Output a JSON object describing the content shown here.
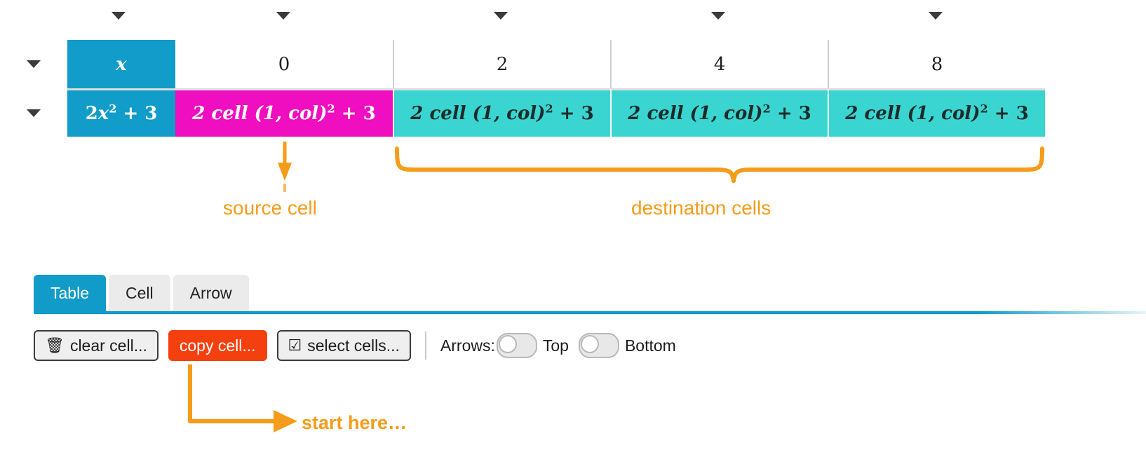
{
  "colors": {
    "header_blue": "#119cc9",
    "source_magenta": "#ef0ec0",
    "destination_teal": "#3ad5d0",
    "annotation_orange": "#f59c1a",
    "copy_button_red": "#f4400f",
    "tab_active_blue": "#109bc8",
    "caret_gray": "#3b3b3b"
  },
  "table": {
    "row_carets": [
      "caret-down-icon",
      "caret-down-icon"
    ],
    "column_carets": [
      "caret-down-icon",
      "caret-down-icon",
      "caret-down-icon",
      "caret-down-icon",
      "caret-down-icon"
    ],
    "header_row": {
      "label": "x",
      "values": [
        "0",
        "2",
        "4",
        "8"
      ]
    },
    "formula_row": {
      "label_prefix": "2",
      "label_base": "x",
      "label_exponent": "2",
      "label_suffix": "+ 3",
      "label_plain": "2x² + 3",
      "cells": [
        {
          "role": "source",
          "text_plain": "2 cell (1, col)² + 3",
          "prefix": "2 cell (1, col)",
          "exponent": "2",
          "suffix": "+ 3"
        },
        {
          "role": "destination",
          "text_plain": "2 cell (1, col)² + 3",
          "prefix": "2 cell (1, col)",
          "exponent": "2",
          "suffix": "+ 3"
        },
        {
          "role": "destination",
          "text_plain": "2 cell (1, col)² + 3",
          "prefix": "2 cell (1, col)",
          "exponent": "2",
          "suffix": "+ 3"
        },
        {
          "role": "destination",
          "text_plain": "2 cell (1, col)² + 3",
          "prefix": "2 cell (1, col)",
          "exponent": "2",
          "suffix": "+ 3"
        }
      ]
    }
  },
  "annotations": {
    "source_cell": "source cell",
    "destination_cells": "destination cells",
    "start_here": "start here…"
  },
  "tabs": [
    {
      "label": "Table",
      "active": true
    },
    {
      "label": "Cell",
      "active": false
    },
    {
      "label": "Arrow",
      "active": false
    }
  ],
  "toolbar": {
    "clear_cell": "clear cell...",
    "clear_cell_icon": "trash-icon",
    "clear_cell_glyph": "🗑",
    "copy_cell": "copy cell...",
    "select_cells": "select cells...",
    "select_cells_icon": "checkbox-checked-icon",
    "select_cells_glyph": "☑",
    "arrows_label": "Arrows:",
    "toggles": [
      {
        "name": "Top",
        "state": "off"
      },
      {
        "name": "Bottom",
        "state": "off"
      }
    ]
  }
}
